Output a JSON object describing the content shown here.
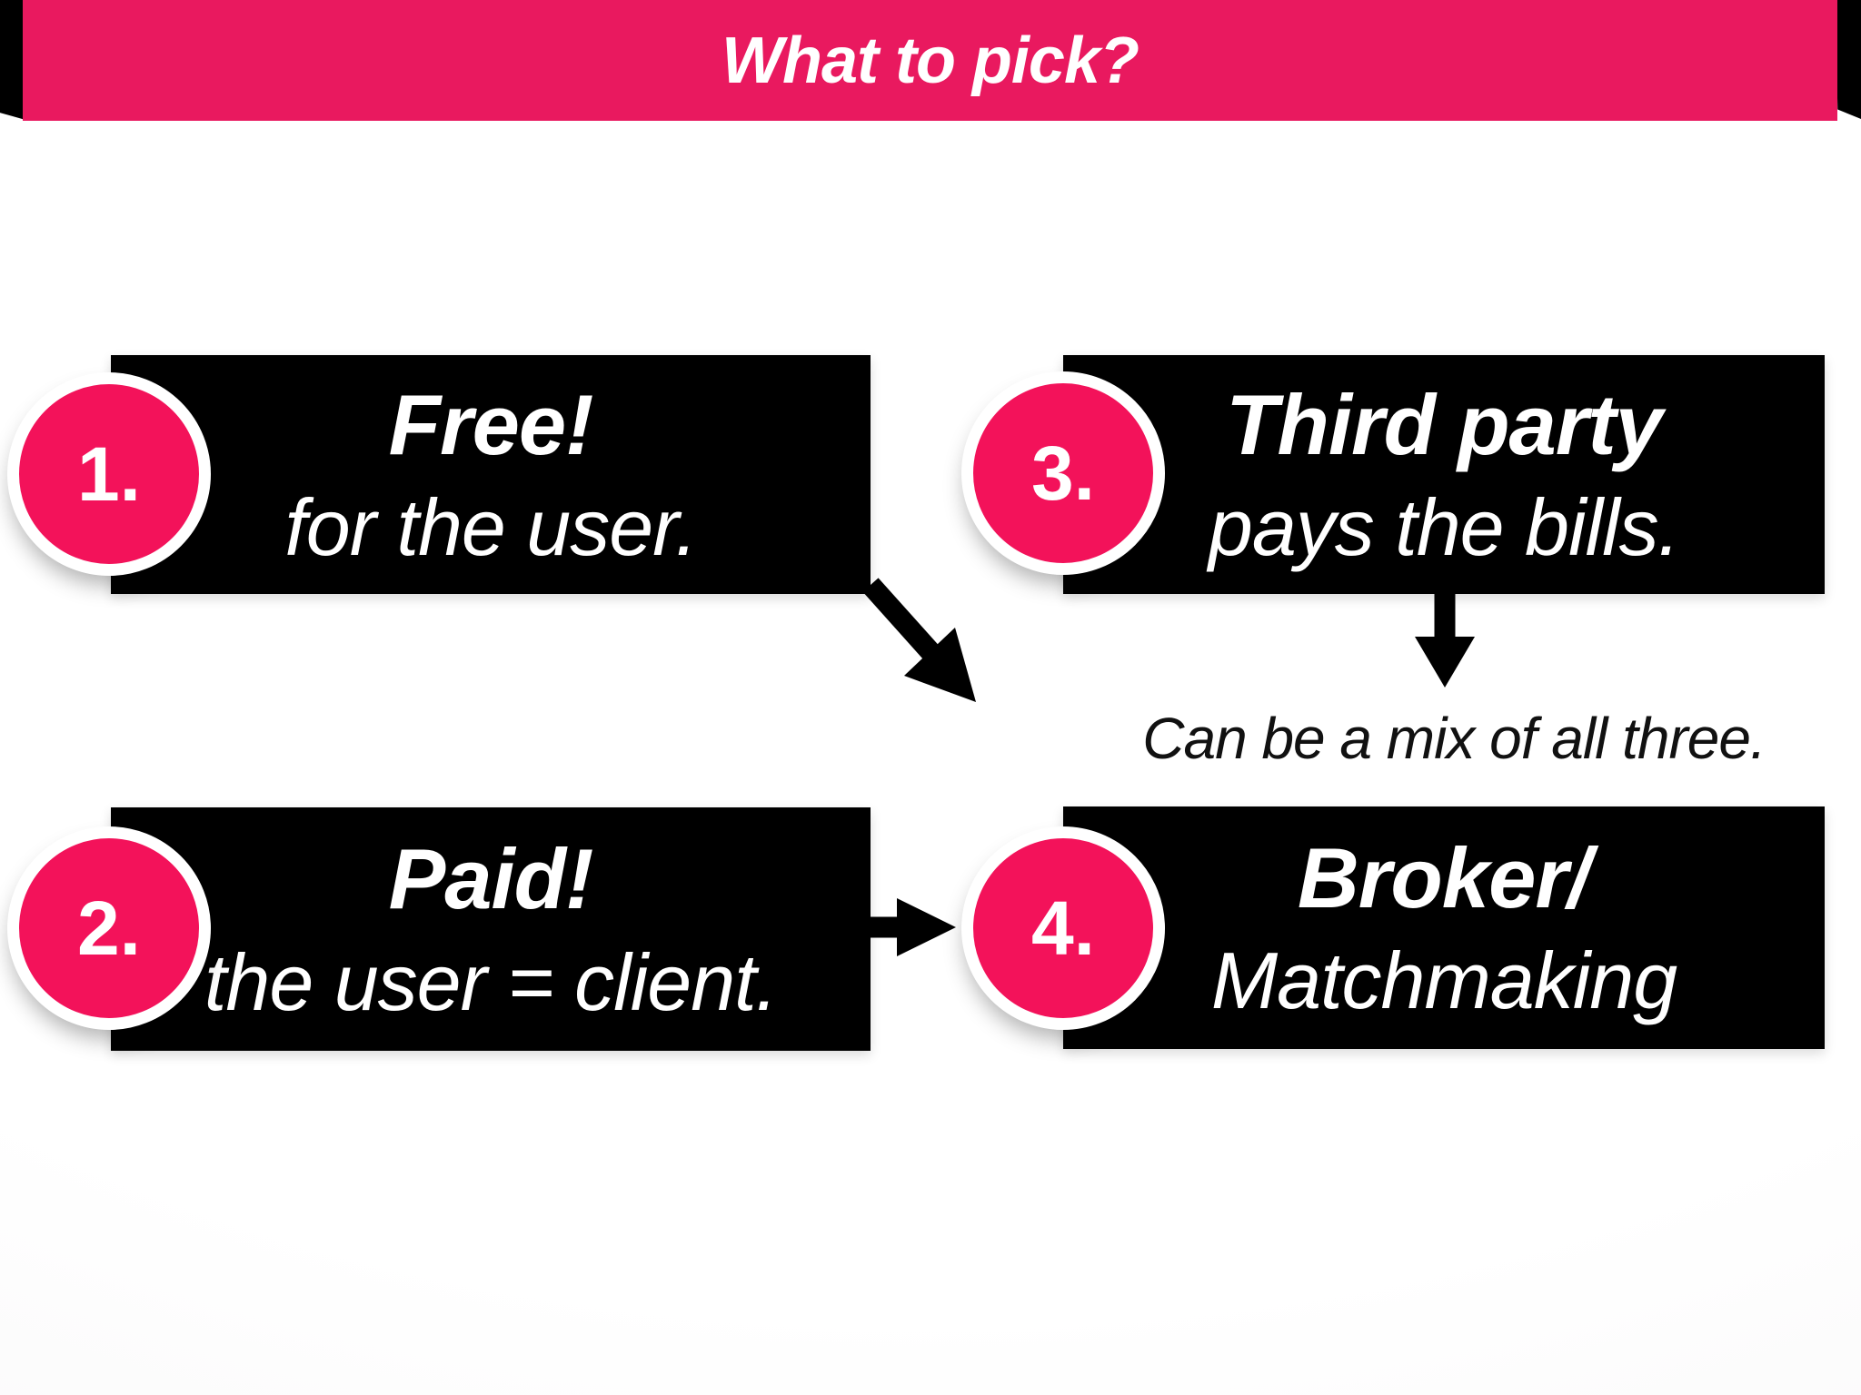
{
  "slide": {
    "title": "What to pick?"
  },
  "cards": [
    {
      "number": "1.",
      "line1": "Free!",
      "line2": "for the user."
    },
    {
      "number": "2.",
      "line1": "Paid!",
      "line2": "the user = client."
    },
    {
      "number": "3.",
      "line1": "Third party",
      "line2": "pays the bills."
    },
    {
      "number": "4.",
      "line1": "Broker/",
      "line2": "Matchmaking"
    }
  ],
  "annotation": {
    "text": "Can be a mix of all three."
  },
  "arrows": [
    {
      "name": "arrow-card1-down-right",
      "from": "card-1 bottom-right corner",
      "to": "center area above annotation",
      "direction": "down-right"
    },
    {
      "name": "arrow-card3-down",
      "from": "card-3 bottom center",
      "to": "annotation text",
      "direction": "down"
    },
    {
      "name": "arrow-card2-right",
      "from": "card-2 right edge",
      "to": "card-4 badge",
      "direction": "right"
    }
  ],
  "colors": {
    "header_pink": "#E9195F",
    "badge_pink": "#F3125A",
    "card_black": "#000000",
    "text_white": "#FFFFFF",
    "annotation_black": "#111111",
    "background": "#FBFAFB"
  }
}
